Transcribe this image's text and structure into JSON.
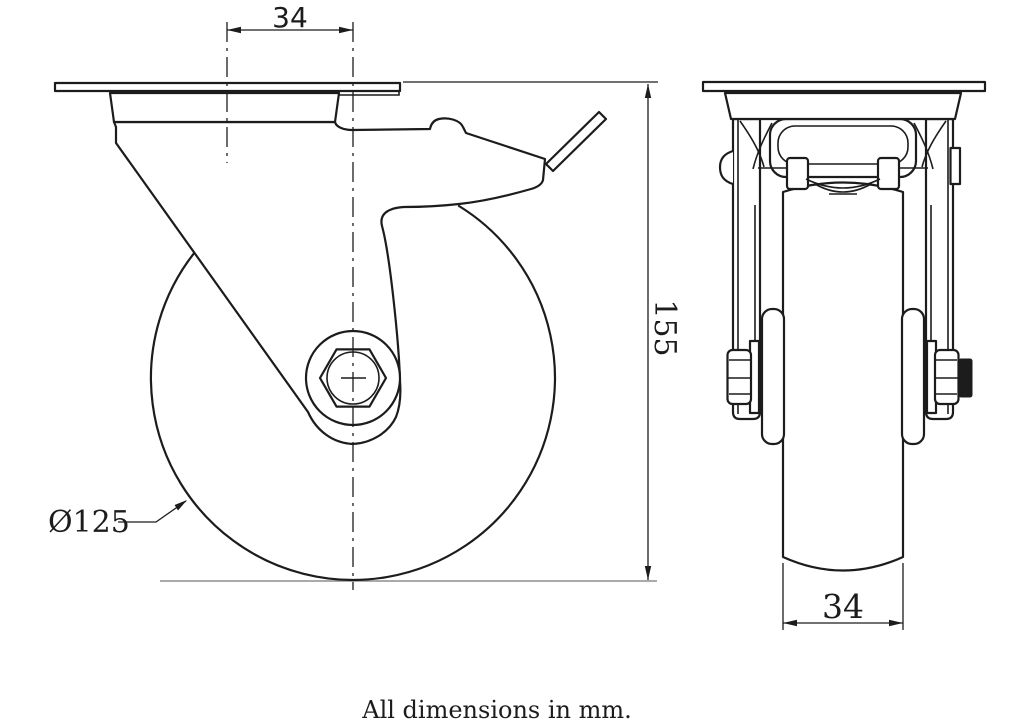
{
  "drawing": {
    "note": "All dimensions in mm.",
    "colors": {
      "line": "#1c1c1c",
      "ground_line": "#8d8d8d",
      "background": "#ffffff"
    },
    "dimensions": {
      "plate_offset_width": "34",
      "overall_height": "155",
      "wheel_diameter": "Ø125",
      "wheel_width": "34"
    }
  }
}
